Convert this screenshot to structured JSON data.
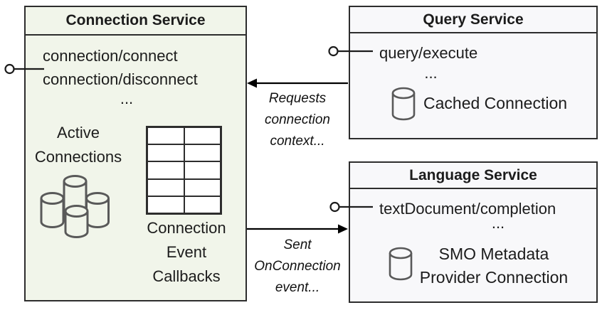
{
  "diagram": {
    "connection_service": {
      "title": "Connection Service",
      "methods": [
        "connection/connect",
        "connection/disconnect"
      ],
      "ellipsis": "...",
      "active_connections_label": "Active\nConnections",
      "callbacks_label": "Connection\nEvent\nCallbacks"
    },
    "query_service": {
      "title": "Query Service",
      "methods": [
        "query/execute"
      ],
      "ellipsis": "...",
      "cache_label": "Cached Connection"
    },
    "language_service": {
      "title": "Language Service",
      "methods": [
        "textDocument/completion"
      ],
      "ellipsis": "...",
      "cache_label": "SMO Metadata\nProvider Connection"
    },
    "arrows": [
      {
        "label": "Requests\nconnection\ncontext...",
        "direction": "query-to-connection"
      },
      {
        "label": "Sent\nOnConnection\nevent...",
        "direction": "connection-to-language"
      }
    ],
    "colors": {
      "connection_fill": "#f1f5ea",
      "service_fill": "#f8f8fa",
      "border_color": "#2d2d2d",
      "cylinder_stroke": "#595959",
      "text_color": "#1c1c1c"
    }
  }
}
